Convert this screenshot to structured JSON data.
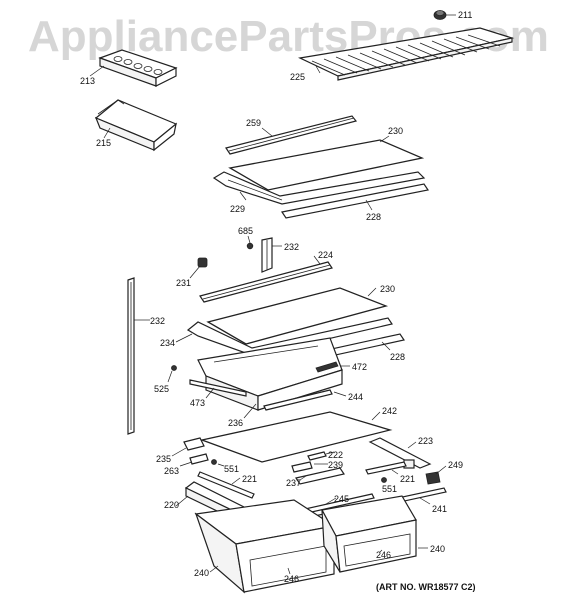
{
  "watermark": "AppliancePartsPros.com",
  "art_number": "(ART NO. WR18577 C2)",
  "callouts": {
    "c211": "211",
    "c213": "213",
    "c215": "215",
    "c225": "225",
    "c259": "259",
    "c230a": "230",
    "c229": "229",
    "c228a": "228",
    "c685": "685",
    "c232a": "232",
    "c231": "231",
    "c224": "224",
    "c232b": "232",
    "c230b": "230",
    "c234": "234",
    "c228b": "228",
    "c525": "525",
    "c472": "472",
    "c473": "473",
    "c244": "244",
    "c236": "236",
    "c242": "242",
    "c223": "223",
    "c235": "235",
    "c222": "222",
    "c239": "239",
    "c263": "263",
    "c551a": "551",
    "c249": "249",
    "c221a": "221",
    "c237": "237",
    "c221b": "221",
    "c551b": "551",
    "c220": "220",
    "c245": "245",
    "c241": "241",
    "c240a": "240",
    "c246a": "246",
    "c240b": "240",
    "c246b": "246"
  }
}
